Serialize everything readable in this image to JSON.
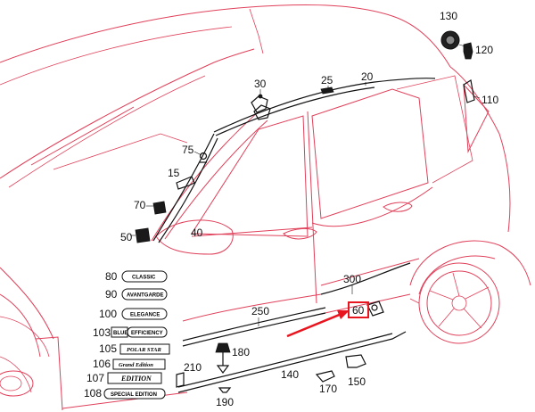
{
  "callouts": {
    "c130": "130",
    "c120": "120",
    "c110": "110",
    "c30": "30",
    "c25": "25",
    "c20": "20",
    "c75": "75",
    "c15": "15",
    "c70": "70",
    "c50": "50",
    "c40": "40",
    "c80": "80",
    "c90": "90",
    "c100": "100",
    "c103": "103",
    "c105": "105",
    "c106": "106",
    "c107": "107",
    "c108": "108",
    "c300": "300",
    "c250": "250",
    "c60": "60",
    "c180": "180",
    "c210": "210",
    "c140": "140",
    "c170": "170",
    "c150": "150",
    "c190": "190"
  },
  "badges": {
    "classic": "CLASSIC",
    "avantgarde": "AVANTGARDE",
    "elegance": "ELEGANCE",
    "blue_efficiency_a": "BLUE",
    "blue_efficiency_b": "EFFICIENCY",
    "polar_star": "POLAR STAR",
    "grand_edition": "Grand Edition",
    "edition": "EDITION",
    "special_edition": "SPECIAL EDITION"
  },
  "colors": {
    "car_outline": "#e0405a",
    "highlight": "#e8141e",
    "parts": "#111111"
  }
}
